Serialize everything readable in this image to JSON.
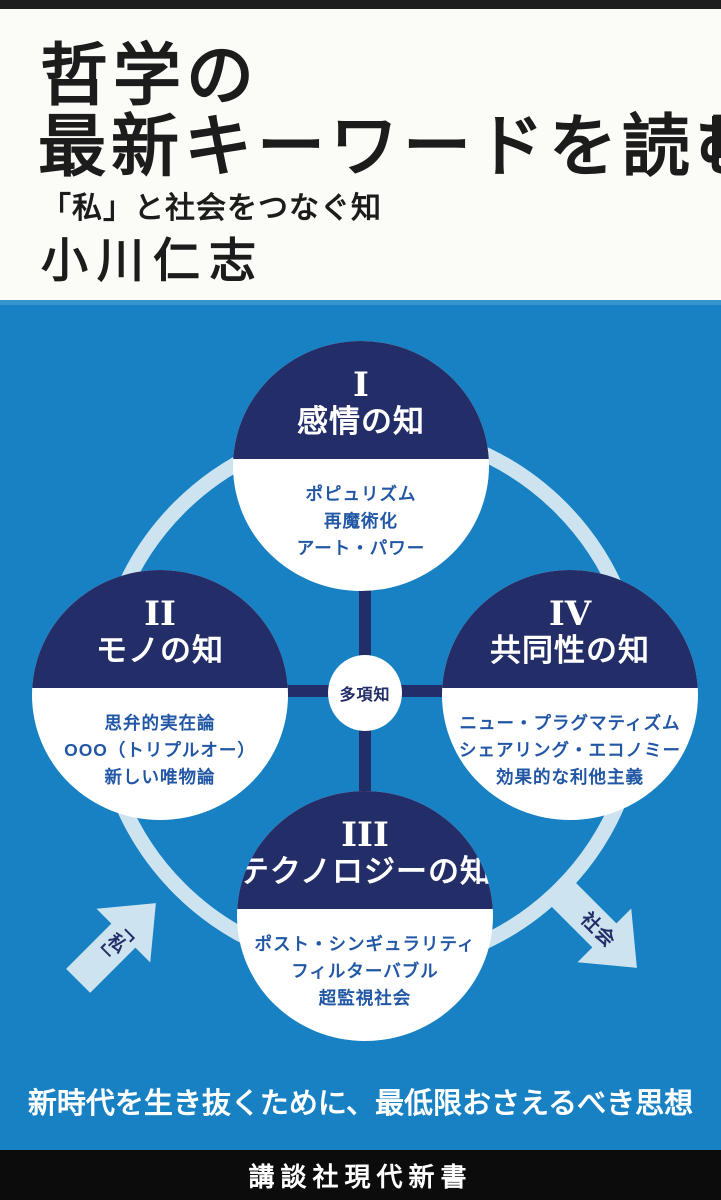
{
  "header": {
    "title_line1": "哲学の",
    "title_line2": "最新キーワードを読む",
    "subtitle": "「私」と社会をつなぐ知",
    "author": "小川仁志"
  },
  "diagram": {
    "center_label": "多項知",
    "circles": [
      {
        "numeral": "I",
        "name": "感情の知",
        "keywords": [
          "ポピュリズム",
          "再魔術化",
          "アート・パワー"
        ]
      },
      {
        "numeral": "II",
        "name": "モノの知",
        "keywords": [
          "思弁的実在論",
          "OOO（トリプルオー）",
          "新しい唯物論"
        ]
      },
      {
        "numeral": "III",
        "name": "テクノロジーの知",
        "keywords": [
          "ポスト・シンギュラリティ",
          "フィルターバブル",
          "超監視社会"
        ]
      },
      {
        "numeral": "IV",
        "name": "共同性の知",
        "keywords": [
          "ニュー・プラグマティズム",
          "シェアリング・エコノミー",
          "効果的な利他主義"
        ]
      }
    ],
    "arrow_left_label": "「私」",
    "arrow_right_label": "社会"
  },
  "tagline": "新時代を生き抜くために、最低限おさえるべき思想",
  "publisher": "講談社現代新書",
  "colors": {
    "panel_blue": "#1781c3",
    "navy": "#232e68",
    "pale_ring": "#cde4f0",
    "keyword_blue": "#2257a5",
    "footer_black": "#0c0c0c"
  }
}
